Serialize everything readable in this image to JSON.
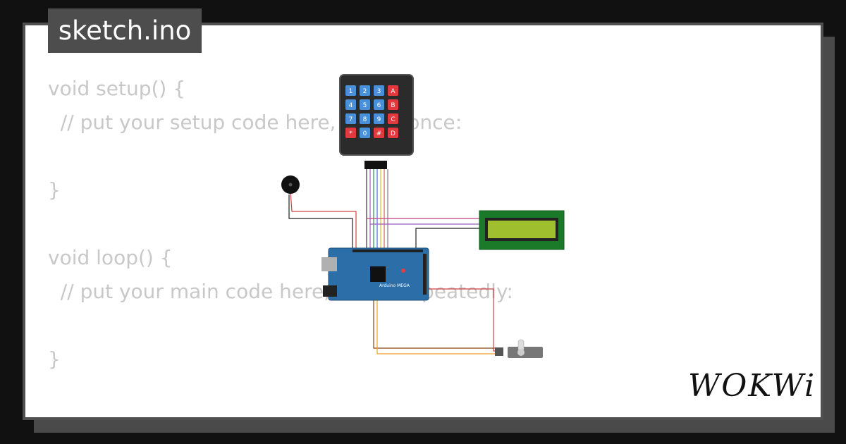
{
  "file_tab": {
    "label": "sketch.ino"
  },
  "code_lines": [
    "void setup() {",
    "  // put your setup code here, to run once:",
    "",
    "}",
    "",
    "void loop() {",
    "  // put your main code here, to run repeatedly:",
    "",
    "}"
  ],
  "keypad": {
    "rows": [
      [
        "1",
        "2",
        "3",
        "A"
      ],
      [
        "4",
        "5",
        "6",
        "B"
      ],
      [
        "7",
        "8",
        "9",
        "C"
      ],
      [
        "*",
        "0",
        "#",
        "D"
      ]
    ],
    "digit_color": "#4a90d9",
    "letter_color": "#e0393e"
  },
  "arduino": {
    "label": "Arduino MEGA",
    "board_color": "#2b6ea8"
  },
  "lcd": {
    "screen_color": "#9fbf2f",
    "pcb_color": "#1a7a2a"
  },
  "brand": {
    "logo": "WOKWi"
  }
}
